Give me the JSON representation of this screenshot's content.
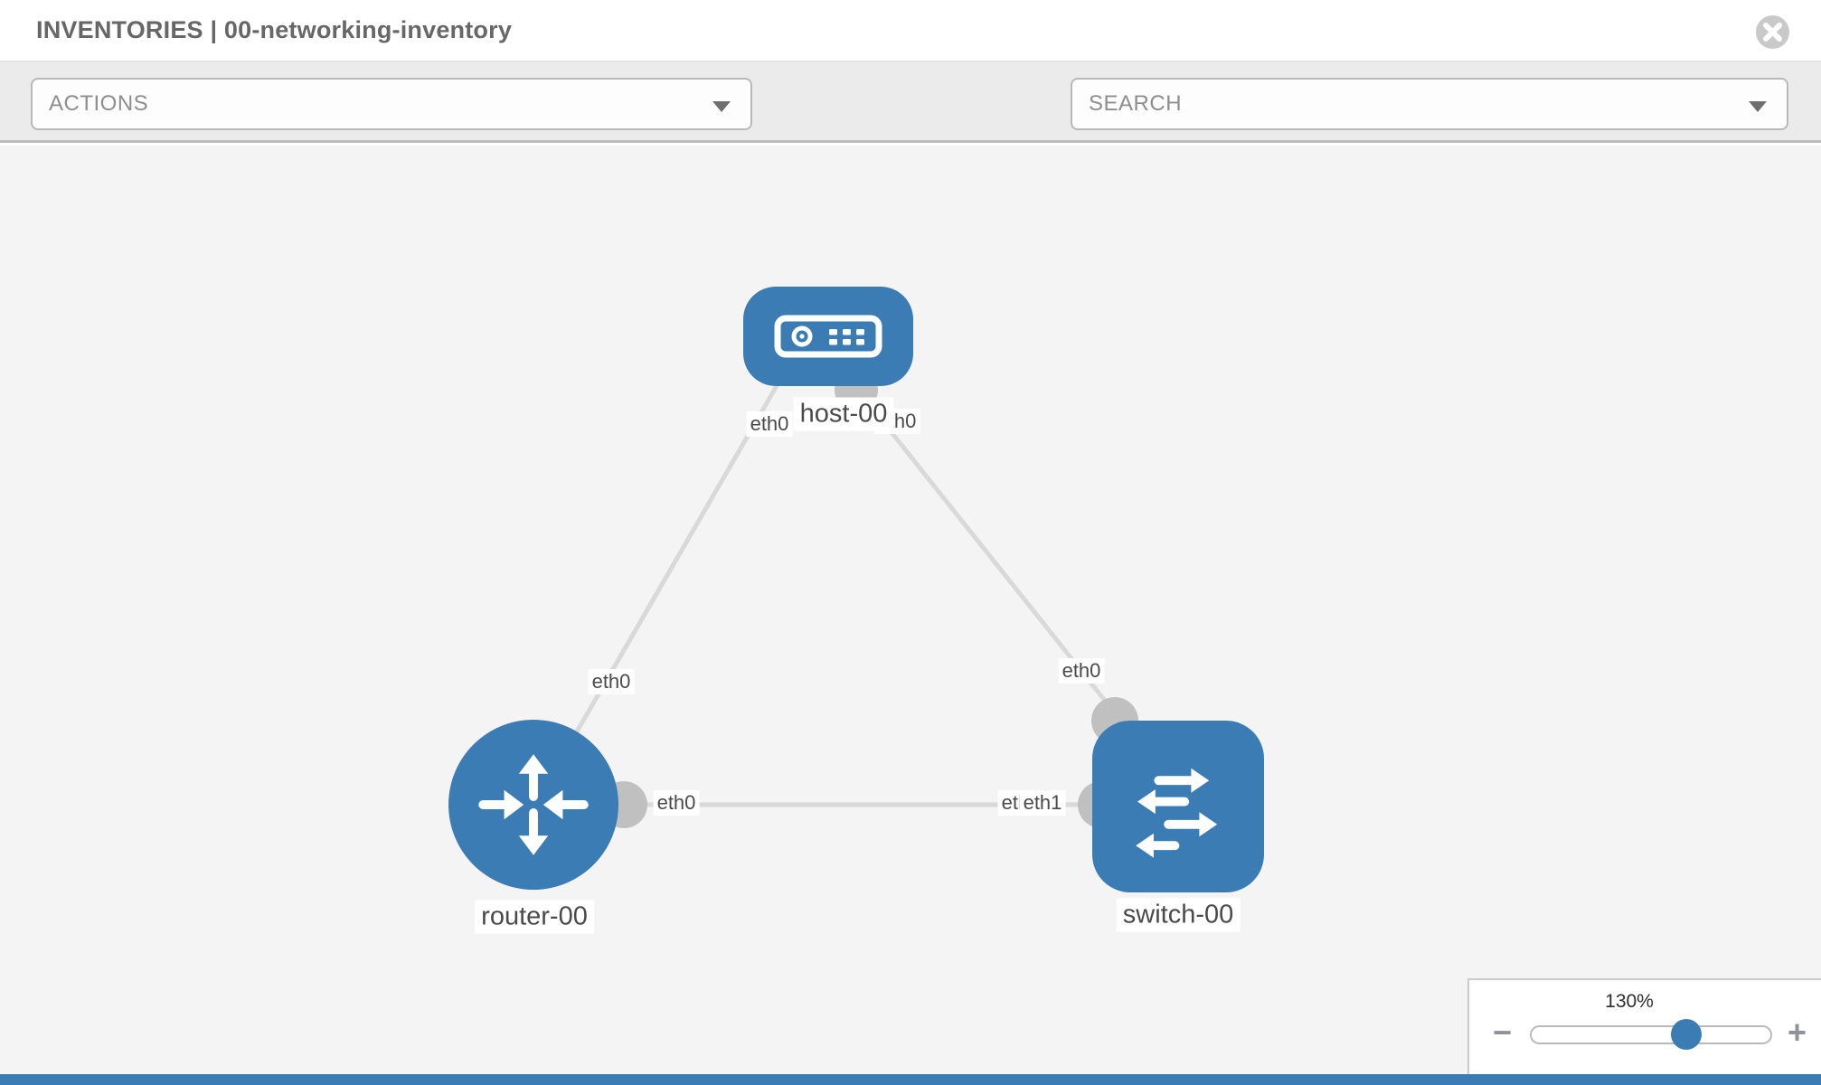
{
  "header": {
    "title": "INVENTORIES | 00-networking-inventory"
  },
  "toolbar": {
    "actions_label": "ACTIONS",
    "search_label": "SEARCH",
    "icons": [
      {
        "name": "wrench-icon"
      },
      {
        "name": "key-icon"
      }
    ]
  },
  "graph": {
    "nodes": [
      {
        "type": "host",
        "label": "host-00"
      },
      {
        "type": "router",
        "label": "router-00"
      },
      {
        "type": "switch",
        "label": "switch-00"
      }
    ],
    "iface_labels": [
      {
        "text": "eth0",
        "at": "host-left"
      },
      {
        "text": "eth0",
        "at": "host-right"
      },
      {
        "text": "eth0",
        "at": "router-top"
      },
      {
        "text": "eth0",
        "at": "switch-top"
      },
      {
        "text": "eth0",
        "at": "router-right"
      },
      {
        "text": "eth1",
        "at": "switch-left-back"
      },
      {
        "text": "eth1",
        "at": "switch-left-front"
      }
    ],
    "links": [
      {
        "from": "host-00",
        "from_iface": "eth0",
        "to": "router-00",
        "to_iface": "eth0"
      },
      {
        "from": "host-00",
        "from_iface": "eth0",
        "to": "switch-00",
        "to_iface": "eth0"
      },
      {
        "from": "router-00",
        "from_iface": "eth0",
        "to": "switch-00",
        "to_iface": "eth1"
      }
    ]
  },
  "zoom_control": {
    "level": "130%",
    "minus": "−",
    "plus": "+"
  },
  "colors": {
    "node_blue": "#3c7cb5",
    "link_gray": "#d9d9d9",
    "endpoint_gray": "#c0c0c0",
    "toolbar_bg": "#ebebeb",
    "canvas_bg": "#f4f4f4"
  }
}
